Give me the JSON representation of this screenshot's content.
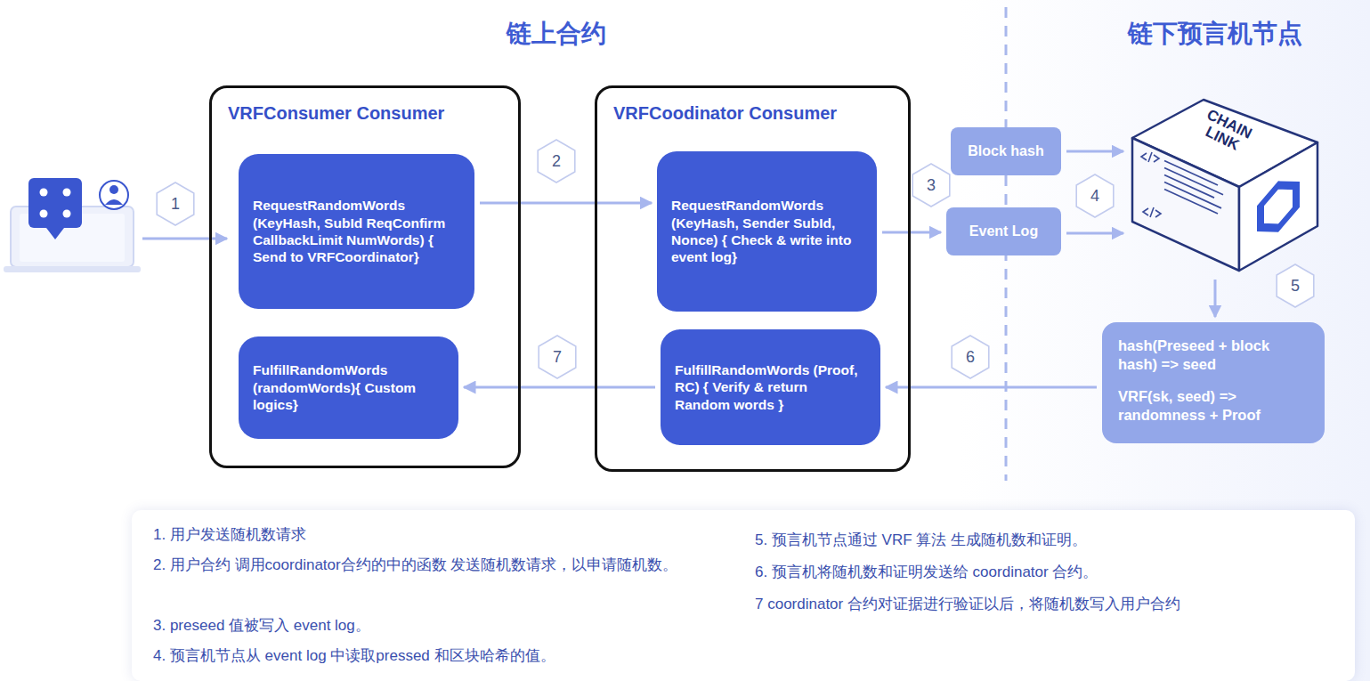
{
  "diagram": {
    "nodes": [
      {
        "text": [
          "VRFConsumer Consumer"
        ]
      },
      {
        "text": [
          "RequestRandomWords (KeyHash, SubId ReqConfirm CallbackLimit NumWords) { Send to VRFCoordinator}"
        ],
        "in": 0
      },
      {
        "text": [
          "FulfillRandomWords (randomWords){ Custom logics}"
        ],
        "in": 0
      },
      {
        "text": [
          "VRFCoodinator Consumer"
        ]
      },
      {
        "text": [
          "RequestRandomWords (KeyHash, Sender SubId, Nonce) { Check & write into event log}"
        ],
        "in": 3
      },
      {
        "text": [
          "FulfillRandomWords (Proof, RC) { Verify & return Random words }"
        ],
        "in": 3
      },
      {
        "text": [
          "Block hash"
        ]
      },
      {
        "text": [
          "Event Log"
        ]
      },
      {
        "text": [
          "CHAIN LINK"
        ]
      },
      {
        "text": [
          "hash(Preseed + block hash) => seed",
          "VRF(sk, seed) => randomness + Proof"
        ]
      },
      {
        "text": [
          "1. 用户发送随机数请求",
          "2. 用户合约 调用coordinator合约的中的函数 发送随机数请求，以申请随机数。",
          "3. preseed 值被写入 event log。",
          "4. 预言机节点从 event log 中读取pressed 和区块哈希的值。",
          "5. 预言机节点通过 VRF 算法 生成随机数和证明。",
          "6. 预言机将随机数和证明发送给 coordinator 合约。",
          "7 coordinator 合约对证据进行验证以后，将随机数写入用户合约"
        ]
      }
    ],
    "edges": [
      {
        "from": 1,
        "to": 4,
        "arrow": "to"
      },
      {
        "from": 4,
        "to": 7,
        "arrow": "to"
      },
      {
        "from": 6,
        "to": 8,
        "arrow": "to"
      },
      {
        "from": 7,
        "to": 8,
        "arrow": "to"
      },
      {
        "from": 8,
        "to": 9,
        "arrow": "to"
      },
      {
        "from": 9,
        "to": 5,
        "arrow": "to"
      },
      {
        "from": 5,
        "to": 2,
        "arrow": "to"
      }
    ],
    "labels": [
      "链上合约",
      "链下预言机节点",
      "1",
      "2",
      "3",
      "4",
      "5",
      "6",
      "7"
    ]
  }
}
